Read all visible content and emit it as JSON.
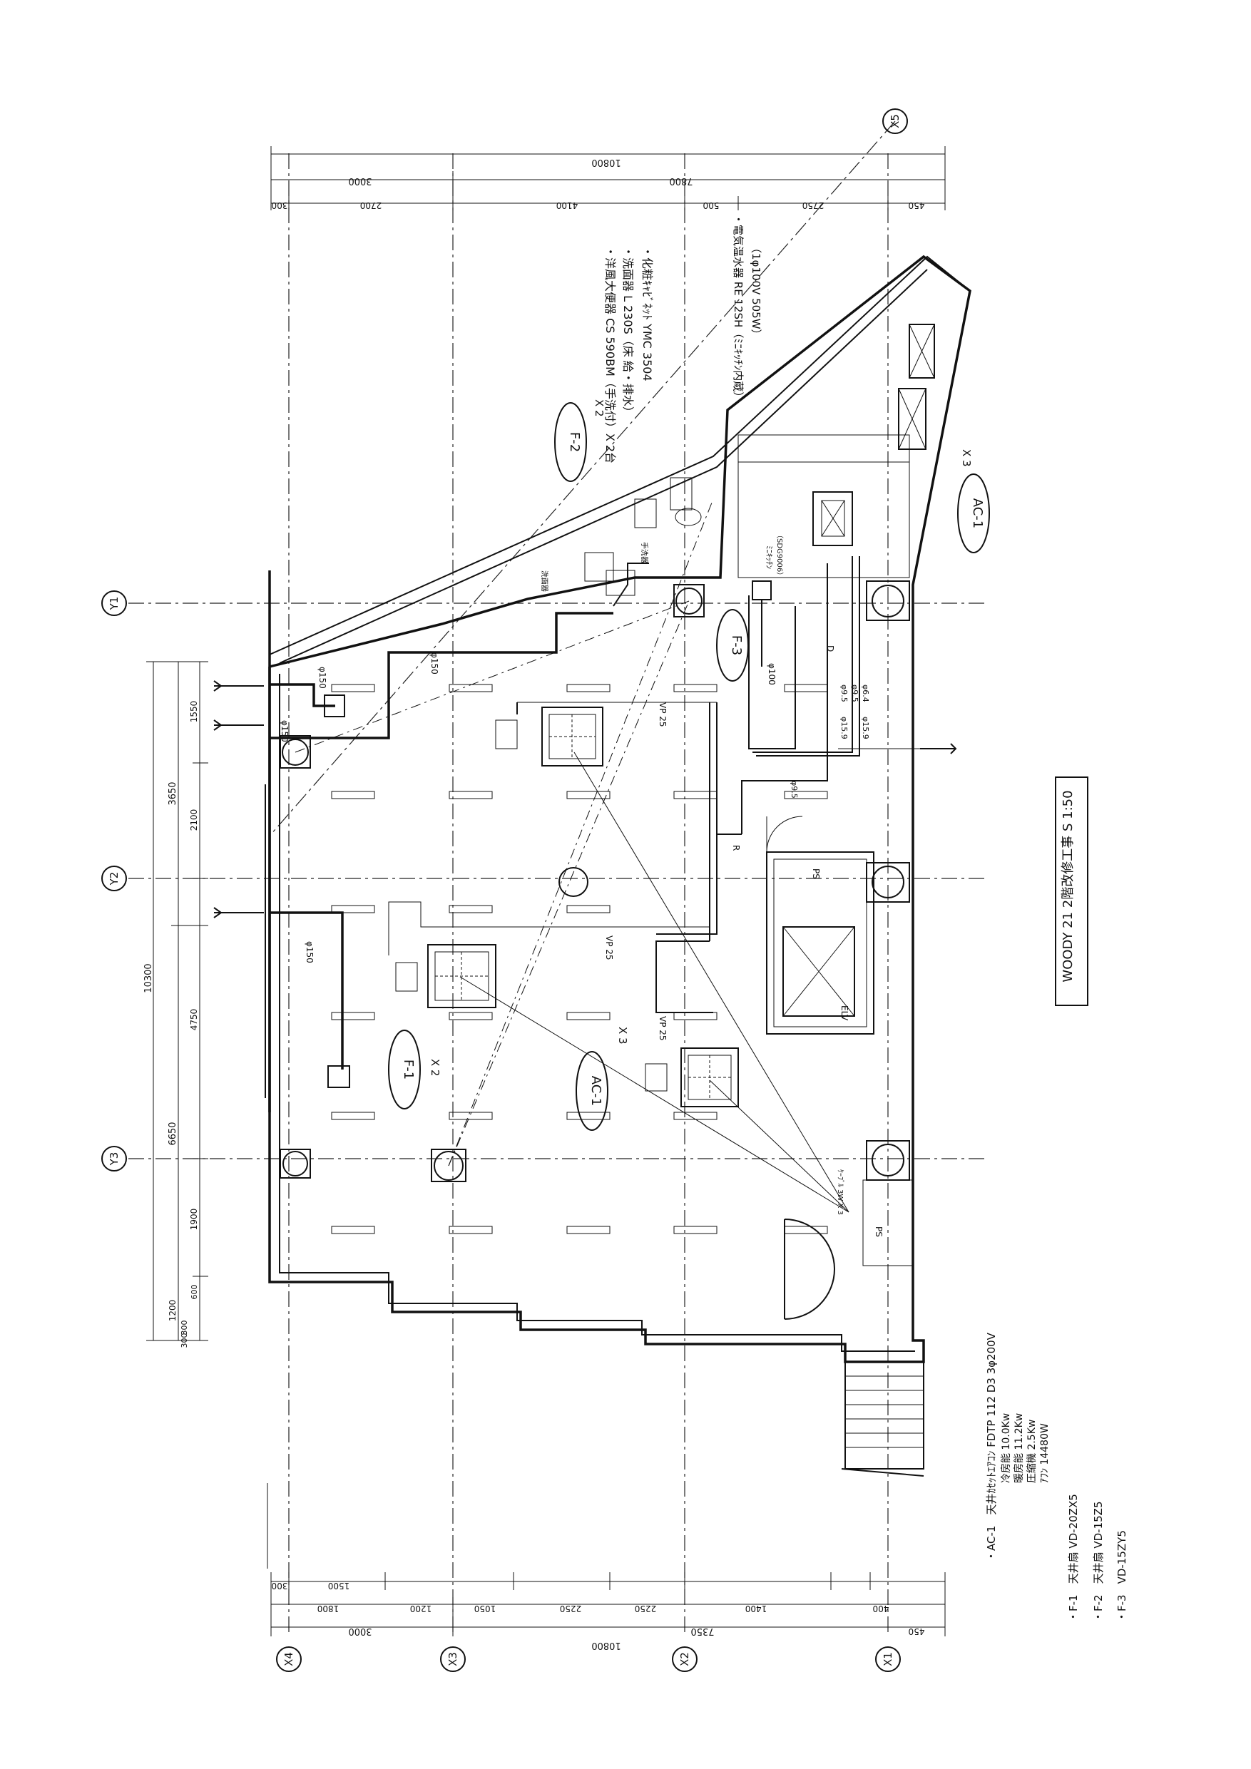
{
  "title_block": "WOODY 21 2階改修工事 S 1:50",
  "grid_labels": {
    "y": [
      "Y1",
      "Y2",
      "Y3"
    ],
    "x": [
      "X1",
      "X2",
      "X3",
      "X4",
      "X5"
    ]
  },
  "dims": {
    "top_total": "10800",
    "top_sub": [
      "3000",
      "7800"
    ],
    "top_parts": [
      "300",
      "2700",
      "4100",
      "500",
      "2750",
      "450"
    ],
    "bottom_total": "10800",
    "bottom_sub": [
      "3000",
      "7350"
    ],
    "bottom_parts": [
      "300",
      "1500",
      "1800",
      "1200",
      "1050",
      "2250",
      "2250",
      "1400",
      "400",
      "450"
    ],
    "left_total": "10300",
    "left_sub": [
      "3650",
      "6650"
    ],
    "left_parts": [
      "1550",
      "2100",
      "4750",
      "1900",
      "1200",
      "600",
      "300",
      "300"
    ]
  },
  "zones": {
    "f2": "F-2",
    "f2_qty": "X 2",
    "f3": "F-3",
    "f1": "F-1",
    "f1_qty": "X 2",
    "ac1": "AC-1",
    "ac1_qty": "X 3",
    "ac1_top": "AC-1",
    "ac1_top_qty": "X 3"
  },
  "fixture_notes": [
    "・洋風大便器 CS 590BM（手洗付）X 2台",
    "・洗面器 L 230S（床 給・排水）",
    "・化粧ｷｬﾋﾞﾈｯﾄ YMC 3504"
  ],
  "heater_note": {
    "line1": "・電気温水器 RE 12SH（ﾐﾆｷｯﾁﾝ内蔵）",
    "line2": "（1φ100V 505W）"
  },
  "pipes": {
    "vp25_a": "VP 25",
    "vp25_b": "VP 25",
    "vp25_c": "VP 25",
    "phi150_a": "φ150",
    "phi150_b": "φ150",
    "phi150_c": "φ150",
    "phi150_d": "φ150",
    "phi100": "φ100",
    "refr_1": "φ9.5",
    "refr_2": "φ15.9",
    "refr_3": "φ9.5",
    "refr_4": "φ6.4",
    "refr_5": "φ15.9",
    "refr_6": "φ9.5",
    "R": "R",
    "D": "D",
    "wire": "ｹｰﾌﾞﾙ 3W X 3"
  },
  "room_labels": {
    "elv": "ELV",
    "ps1": "PS",
    "ps2": "PS",
    "mini_kitchen": "ﾐﾆｷｯﾁﾝ",
    "mini_kitchen_sub": "（SDG9006）",
    "wash_a": "洗面器",
    "wash_b": "手洗器"
  },
  "equipment_schedule": [
    "・AC-1　天井ｶｾｯﾄｴｱｺﾝ FDTP 112 D3 3φ200V",
    "冷房能 10.0Kw",
    "暖房能 11.2Kw",
    "圧縮機 2.5Kw",
    "ｱﾌﾝ 14480W",
    "・F-1　天井扇 VD-20ZX5",
    "・F-2　天井扇 VD-15Z5",
    "・F-3　VD-15ZY5"
  ]
}
